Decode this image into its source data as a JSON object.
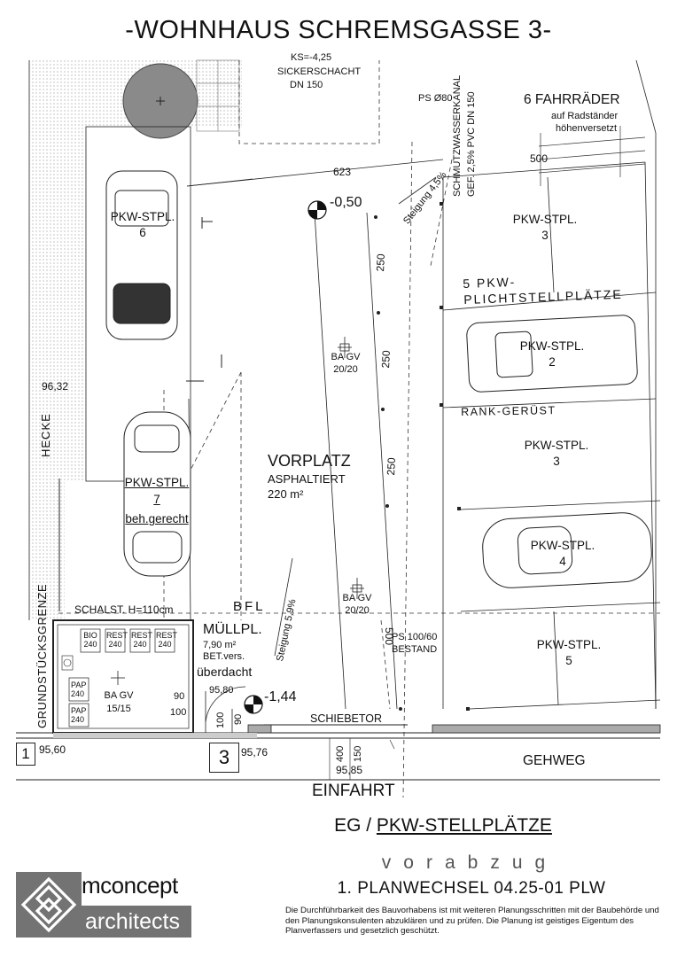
{
  "title": "-WOHNHAUS SCHREMSGASSE 3-",
  "plan": {
    "ks_label": "KS=-4,25",
    "sickerschacht": "SICKERSCHACHT",
    "dn150": "DN 150",
    "ps80": "PS Ø80",
    "schmutzwasser_1": "SCHMUTZWASSERKANAL",
    "schmutzwasser_2": "GEF. 2,5% PVC DN 150",
    "fahrraeder_1": "6 FAHRRÄDER",
    "fahrraeder_2": "auf Radständer",
    "fahrraeder_3": "höhenversetzt",
    "dim_623": "623",
    "dim_500_top": "500",
    "steigung_45": "Steigung 4,5%",
    "level_050": "-0,50",
    "pkw6": "PKW-STPL.",
    "pkw6_num": "6",
    "pkw3a": "PKW-STPL.",
    "pkw3a_num": "3",
    "plicht_1": "5 PKW-",
    "plicht_2": "PLICHTSTELLPLÄTZE",
    "dim_250_a": "250",
    "pkw2": "PKW-STPL.",
    "pkw2_num": "2",
    "ba_gv1_a": "BA GV",
    "ba_gv1_b": "20/20",
    "dim_250_b": "250",
    "height_9632": "96,32",
    "rank": "RANK-GERÜST",
    "hecke": "HECKE",
    "pkw3b": "PKW-STPL.",
    "pkw3b_num": "3",
    "vorplatz": "VORPLATZ",
    "asphaltiert": "ASPHALTIERT",
    "area_220": "220 m²",
    "dim_250_c": "250",
    "pkw7": "PKW-STPL.",
    "pkw7_num": "7",
    "pkw7_note": "beh.gerecht",
    "pkw4": "PKW-STPL.",
    "pkw4_num": "4",
    "grundstueck": "GRUNDSTÜCKSGRENZE",
    "ba_gv2_a": "BA GV",
    "ba_gv2_b": "20/20",
    "schalst": "SCHALST. H=110cm",
    "bfl": "BFL",
    "dim_500_mid": "500",
    "steigung_59": "Steigung 5,9%",
    "muellpl": "MÜLLPL.",
    "muellpl_area": "7,90 m²",
    "muellpl_bet": "BET.vers.",
    "muellpl_ueberdacht": "überdacht",
    "bins": [
      "BIO\n240",
      "REST\n240",
      "REST\n240",
      "REST\n240"
    ],
    "pap1": "PAP\n240",
    "pap2": "PAP\n240",
    "ba_gv3_a": "BA GV",
    "ba_gv3_b": "15/15",
    "ps100_a": "PS 100/60",
    "ps100_b": "BESTAND",
    "pkw5": "PKW-STPL.",
    "pkw5_num": "5",
    "dim_90": "90",
    "dim_100": "100",
    "level_9580": "95,80",
    "level_144": "-1,44",
    "dim_100v": "100",
    "dim_90v": "90",
    "schiebetor": "SCHIEBETOR",
    "box1": "1",
    "level_9560": "95,60",
    "box3": "3",
    "level_9576": "95,76",
    "dim_400": "400",
    "dim_150": "150",
    "level_9585": "95,85",
    "gehweg": "GEHWEG",
    "einfahrt": "EINFAHRT"
  },
  "sheet_title_prefix": "EG / ",
  "sheet_title_main": "PKW-STELLPLÄTZE",
  "vorabzug": "vorabzug",
  "planwechsel": "1. PLANWECHSEL 04.25-01 PLW",
  "disclaimer": "Die Durchführbarkeit des Bauvorhabens ist mit weiteren Planungsschritten mit der Baubehörde und den Planungskonsulenten abzuklären und zu prüfen. Die Planung ist geistiges Eigentum des Planverfassers und gesetzlich geschützt.",
  "logo_top": "mconcept",
  "logo_bottom": "architects"
}
